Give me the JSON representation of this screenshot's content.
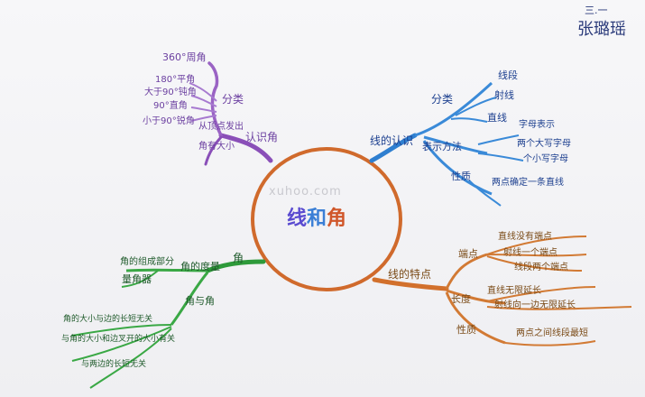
{
  "corner": {
    "class_label": "三.一",
    "name": "张璐瑶"
  },
  "watermark": "xuhoo.com",
  "center": {
    "chars": [
      "线",
      "和",
      "角"
    ],
    "colors": [
      "#5a4bd0",
      "#3b7fd6",
      "#d0572a"
    ]
  },
  "angle_branch": {
    "root": "认识角",
    "sub1": "分类",
    "sub1_items": [
      "360°周角",
      "180°平角",
      "大于90°钝角",
      "90°直角",
      "小于90°锐角"
    ],
    "sub2_items": [
      "从顶点发出",
      "角有大小"
    ]
  },
  "line_knowledge_branch": {
    "root": "线的认识",
    "sub1": "分类",
    "sub1_items": [
      "线段",
      "射线",
      "直线"
    ],
    "sub2": "表示方法",
    "sub2_items": [
      "字母表示",
      "两个大写字母",
      "个小写字母"
    ],
    "sub3": "性质",
    "sub3_items": [
      "两点确定一条直线"
    ]
  },
  "line_feature_branch": {
    "root": "线的特点",
    "sub1": "端点",
    "sub1_items": [
      "直线没有端点",
      "射线一个端点",
      "线段两个端点"
    ],
    "sub2": "长度",
    "sub2_items": [
      "直线无限延长",
      "射线向一边无限延长"
    ],
    "sub3": "性质",
    "sub3_items": [
      "两点之间线段最短"
    ]
  },
  "angle_measure_branch": {
    "root": "角",
    "sub1": "角的度量",
    "sub1_items": [
      "角的组成部分",
      "量角器"
    ],
    "sub2": "角与角",
    "sub2_items": [
      "角的大小与边的长短无关",
      "与角的大小和边叉开的大小有关",
      "与两边的长短无关"
    ]
  }
}
